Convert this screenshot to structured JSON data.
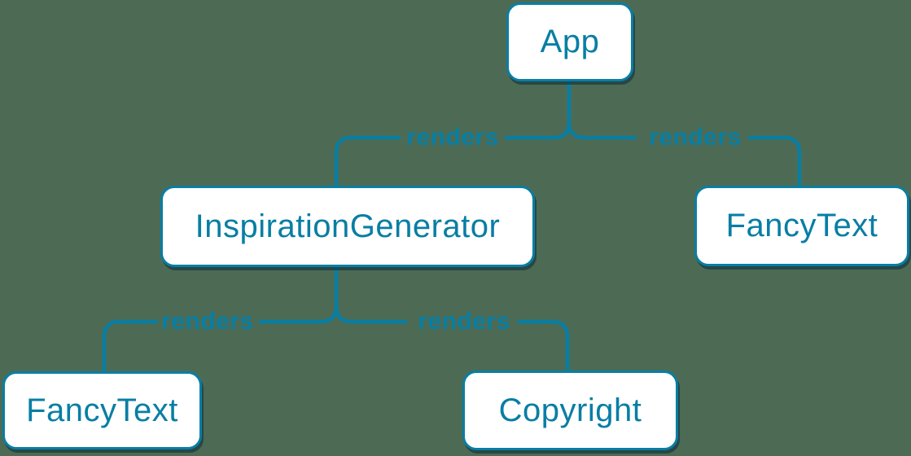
{
  "diagram": {
    "type": "component-tree",
    "background_color": "#4d6b54",
    "accent_color": "#087ea4",
    "node_fill": "#ffffff",
    "nodes": [
      {
        "id": "app",
        "label": "App"
      },
      {
        "id": "inspiration-generator",
        "label": "InspirationGenerator"
      },
      {
        "id": "fancy-text-right",
        "label": "FancyText"
      },
      {
        "id": "fancy-text-left",
        "label": "FancyText"
      },
      {
        "id": "copyright",
        "label": "Copyright"
      }
    ],
    "edges": [
      {
        "from": "App",
        "to": "InspirationGenerator",
        "label": "renders"
      },
      {
        "from": "App",
        "to": "FancyText",
        "label": "renders"
      },
      {
        "from": "InspirationGenerator",
        "to": "FancyText",
        "label": "renders"
      },
      {
        "from": "InspirationGenerator",
        "to": "Copyright",
        "label": "renders"
      }
    ]
  }
}
